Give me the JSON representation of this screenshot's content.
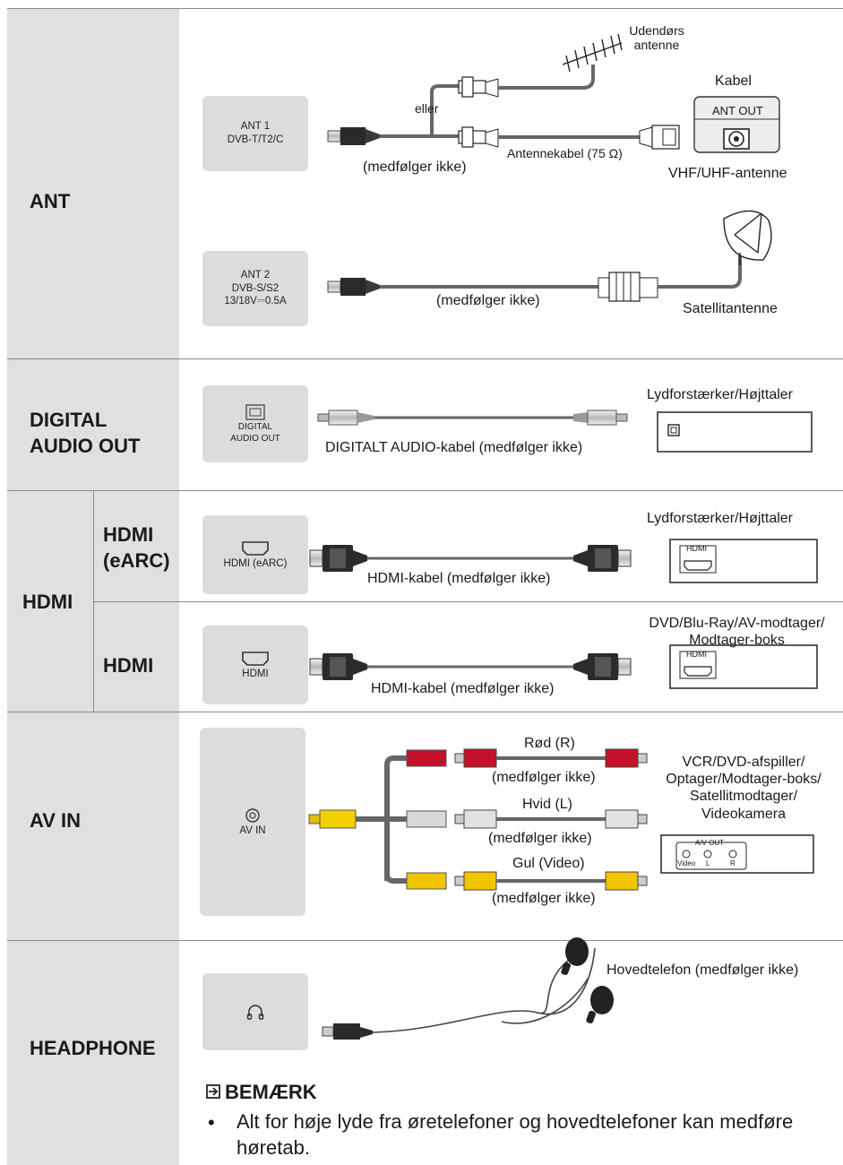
{
  "sections": {
    "ant": {
      "label": "ANT",
      "ant1_port": [
        "ANT 1",
        "DVB-T/T2/C"
      ],
      "ant2_port": [
        "ANT 2",
        "DVB-S/S2",
        "13/18V⎓0.5A"
      ],
      "outdoor_antenna": [
        "Udendørs",
        "antenne"
      ],
      "or_text": "eller",
      "cable_label": "Kabel",
      "ant_out_label": "ANT OUT",
      "antenna_cable": "Antennekabel (75 Ω)",
      "not_included_1": "(medfølger ikke)",
      "vhf_uhf": "VHF/UHF-antenne",
      "not_included_2": "(medfølger ikke)",
      "satellite": "Satellitantenne"
    },
    "digital_audio": {
      "label_line1": "DIGITAL",
      "label_line2": "AUDIO OUT",
      "port": [
        "DIGITAL",
        "AUDIO OUT"
      ],
      "cable": "DIGITALT AUDIO-kabel (medfølger ikke)",
      "device": "Lydforstærker/Højttaler"
    },
    "hdmi": {
      "label": "HDMI",
      "earc_label_line1": "HDMI",
      "earc_label_line2": "(eARC)",
      "earc_port": "HDMI (eARC)",
      "earc_cable": "HDMI-kabel (medfølger ikke)",
      "earc_device": "Lydforstærker/Højttaler",
      "earc_device_port": "HDMI",
      "hdmi_sub_label": "HDMI",
      "hdmi_port": "HDMI",
      "hdmi_cable": "HDMI-kabel (medfølger ikke)",
      "hdmi_device": [
        "DVD/Blu-Ray/AV-modtager/",
        "Modtager-boks"
      ],
      "hdmi_device_port": "HDMI"
    },
    "av_in": {
      "label": "AV IN",
      "port": "AV IN",
      "red": "Rød (R)",
      "white": "Hvid (L)",
      "yellow": "Gul (Video)",
      "not_included": "(medfølger ikke)",
      "device": [
        "VCR/DVD-afspiller/",
        "Optager/Modtager-boks/",
        "Satellitmodtager/",
        "Videokamera"
      ],
      "device_panel": [
        "A/V OUT",
        "Video",
        "L",
        "R"
      ]
    },
    "headphone": {
      "label": "HEADPHONE",
      "device": "Hovedtelefon (medfølger ikke)"
    }
  },
  "note": {
    "title": "BEMÆRK",
    "bullet": "Alt for høje lyde fra øretelefoner og hovedtelefoner kan medføre høretab."
  }
}
